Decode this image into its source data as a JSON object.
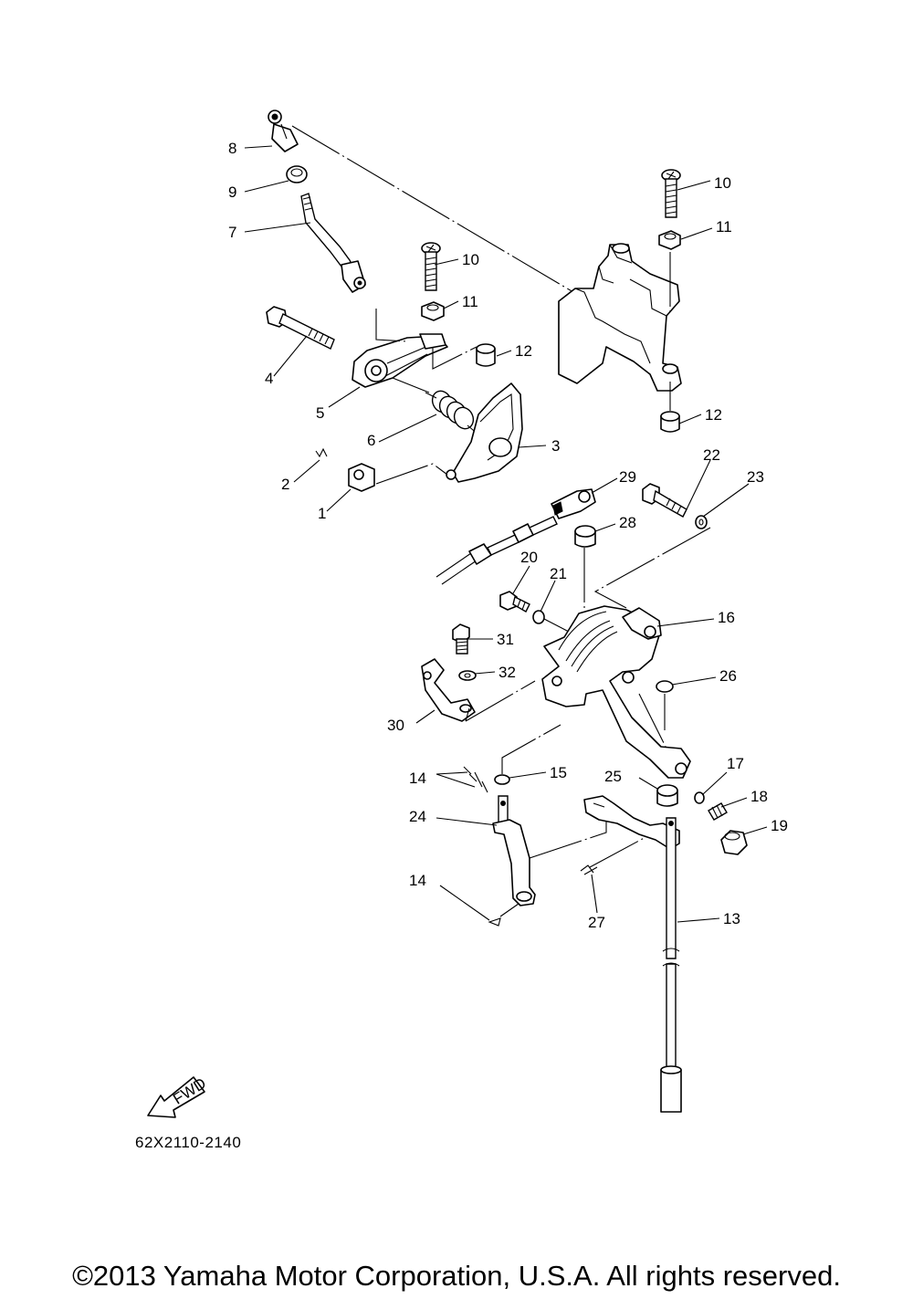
{
  "callouts": {
    "c1": "1",
    "c2": "2",
    "c3": "3",
    "c4": "4",
    "c5": "5",
    "c6": "6",
    "c7": "7",
    "c8": "8",
    "c9": "9",
    "c10a": "10",
    "c10b": "10",
    "c11a": "11",
    "c11b": "11",
    "c12a": "12",
    "c12b": "12",
    "c13": "13",
    "c14a": "14",
    "c14b": "14",
    "c15": "15",
    "c16": "16",
    "c17": "17",
    "c18": "18",
    "c19": "19",
    "c20": "20",
    "c21": "21",
    "c22": "22",
    "c23": "23",
    "c24": "24",
    "c25": "25",
    "c26": "26",
    "c27": "27",
    "c28": "28",
    "c29": "29",
    "c30": "30",
    "c31": "31",
    "c32": "32"
  },
  "fwd_arrow_text": "FWD",
  "diagram_code": "62X2110-2140",
  "copyright": "©2013 Yamaha Motor Corporation, U.S.A. All rights reserved."
}
